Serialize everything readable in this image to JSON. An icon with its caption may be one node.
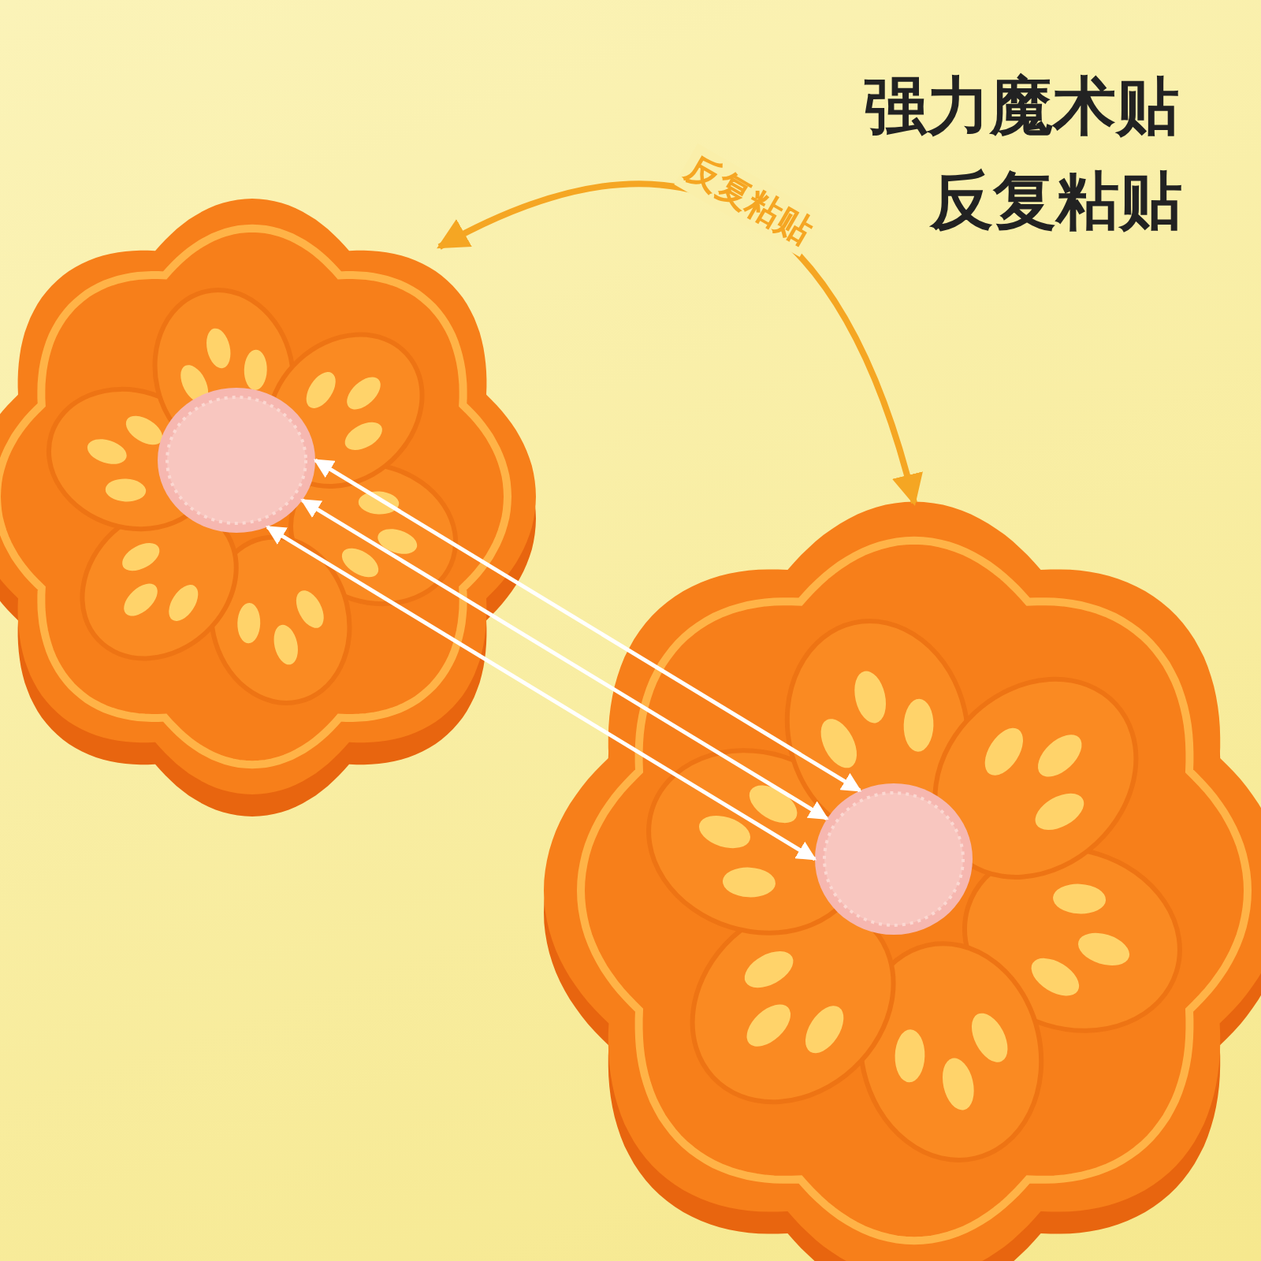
{
  "diagram": {
    "nodes": [
      {
        "text": [],
        "shape": "picture"
      },
      {
        "text": [],
        "shape": "picture"
      },
      {
        "text": [],
        "shape": "picture",
        "in": 0
      },
      {
        "text": [],
        "shape": "picture",
        "in": 1
      }
    ],
    "edges": [
      {
        "from": 0,
        "to": 1,
        "arrow": "both",
        "label": "反复粘贴",
        "color": "#f5a623"
      },
      {
        "from": 2,
        "to": 3,
        "arrow": "both"
      },
      {
        "from": 2,
        "to": 3,
        "arrow": "both"
      },
      {
        "from": 2,
        "to": 3,
        "arrow": "both"
      }
    ],
    "labels": [
      "强力魔术贴",
      "反复粘贴"
    ]
  }
}
